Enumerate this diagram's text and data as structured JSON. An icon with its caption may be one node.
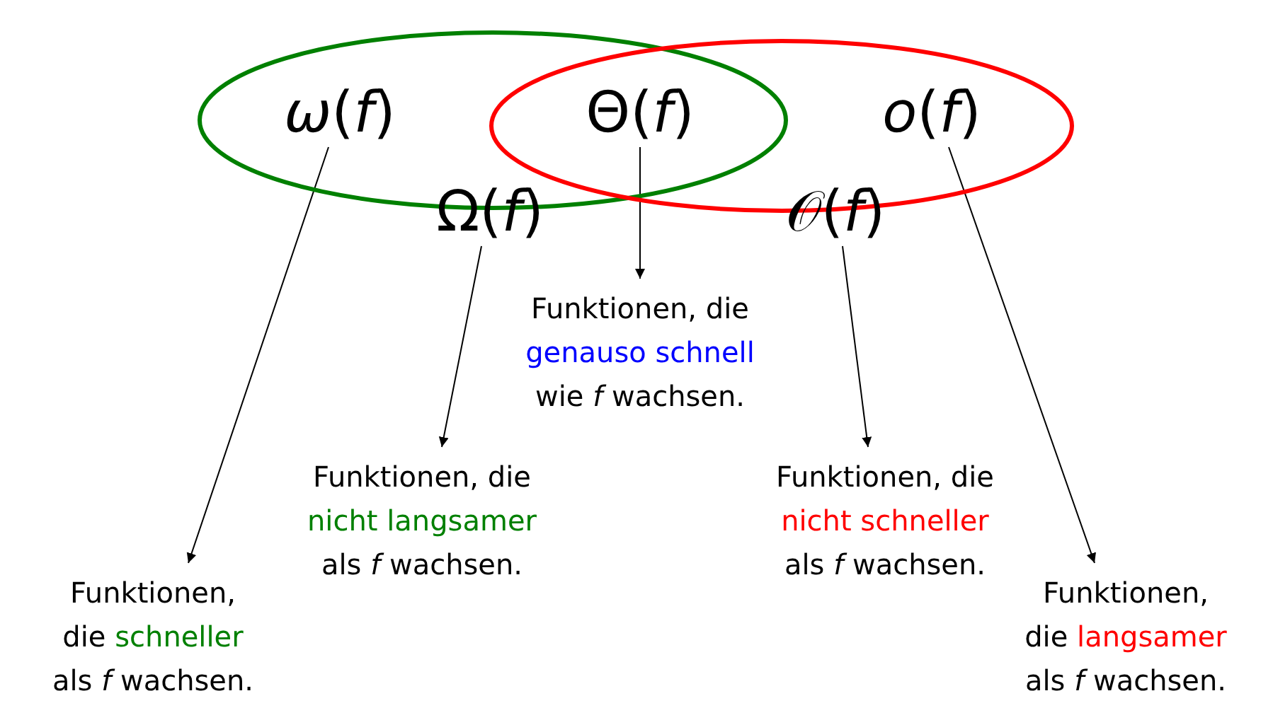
{
  "diagram": {
    "nodes": [
      {
        "text": [],
        "shape": "ellipse"
      },
      {
        "text": [],
        "shape": "ellipse"
      },
      {
        "text": [
          "*ω*(*f*)"
        ],
        "in": 0
      },
      {
        "text": [
          "Θ(*f*)"
        ]
      },
      {
        "text": [
          "*o*(*f*)"
        ],
        "in": 1
      },
      {
        "text": [
          "Ω(*f*)"
        ]
      },
      {
        "text": [
          "𝒪(*f*)"
        ]
      },
      {
        "text": [
          "Funktionen, die",
          "genauso schnell",
          "wie *f* wachsen."
        ]
      },
      {
        "text": [
          "Funktionen, die",
          "nicht langsamer",
          "als *f* wachsen."
        ]
      },
      {
        "text": [
          "Funktionen, die",
          "nicht schneller",
          "als *f* wachsen."
        ]
      },
      {
        "text": [
          "Funktionen, die",
          "schneller",
          "als *f* wachsen."
        ]
      },
      {
        "text": [
          "Funktionen, die",
          "langsamer",
          "als *f* wachsen."
        ]
      }
    ],
    "edges": [
      {
        "from": 2,
        "to": 10,
        "arrow": "to"
      },
      {
        "from": 3,
        "to": 7,
        "arrow": "to"
      },
      {
        "from": 4,
        "to": 11,
        "arrow": "to"
      },
      {
        "from": 5,
        "to": 8,
        "arrow": "to"
      },
      {
        "from": 6,
        "to": 9,
        "arrow": "to"
      }
    ]
  }
}
